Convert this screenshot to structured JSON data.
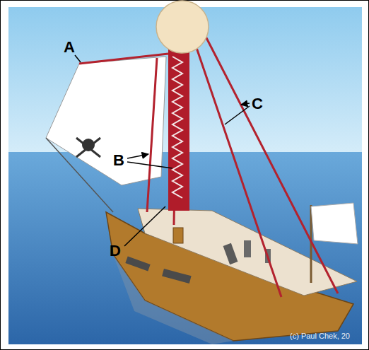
{
  "diagram": {
    "labels": [
      "A",
      "B",
      "C",
      "D",
      "(c) Paul Chek, 20"
    ]
  }
}
